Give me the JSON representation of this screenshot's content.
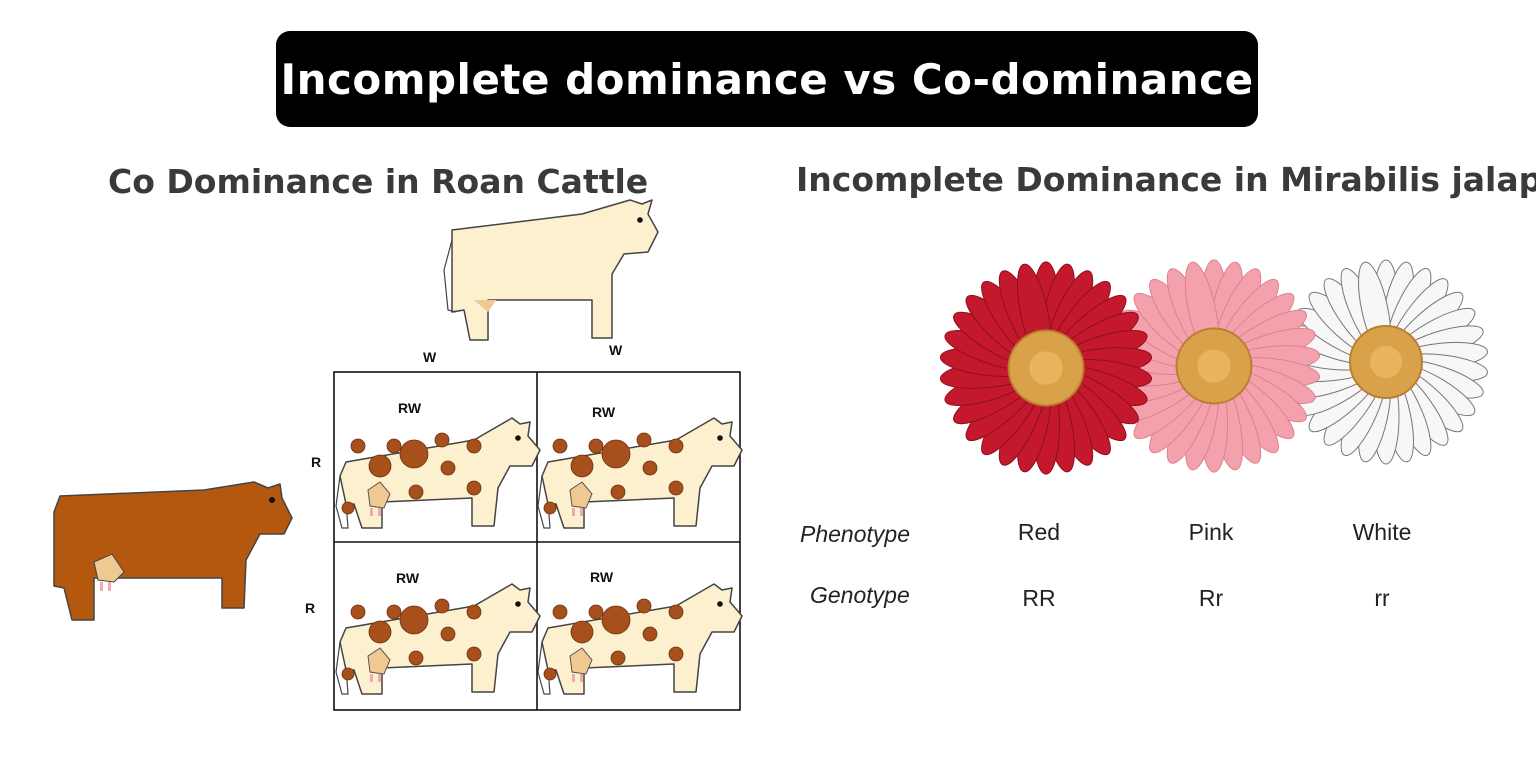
{
  "title": "Incomplete dominance vs Co-dominance",
  "codominance": {
    "heading": "Co Dominance in Roan Cattle",
    "parent_alleles_top": [
      "W",
      "W"
    ],
    "parent_alleles_side": [
      "R",
      "R"
    ],
    "offspring": [
      "RW",
      "RW",
      "RW",
      "RW"
    ],
    "colors": {
      "red_cow": "#b5580f",
      "white_cow": "#fdf0cf",
      "spot": "#a8501b",
      "udder": "#f0c892",
      "teat": "#f1a9b0"
    }
  },
  "incomplete": {
    "heading": "Incomplete Dominance in Mirabilis jalap",
    "phenotype_label": "Phenotype",
    "genotype_label": "Genotype",
    "flowers": [
      {
        "phenotype": "Red",
        "genotype": "RR",
        "color": "#c4182c"
      },
      {
        "phenotype": "Pink",
        "genotype": "Rr",
        "color": "#f3a2ad"
      },
      {
        "phenotype": "White",
        "genotype": "rr",
        "color": "#f7f7f7"
      }
    ],
    "center_color": "#d9a24a"
  }
}
